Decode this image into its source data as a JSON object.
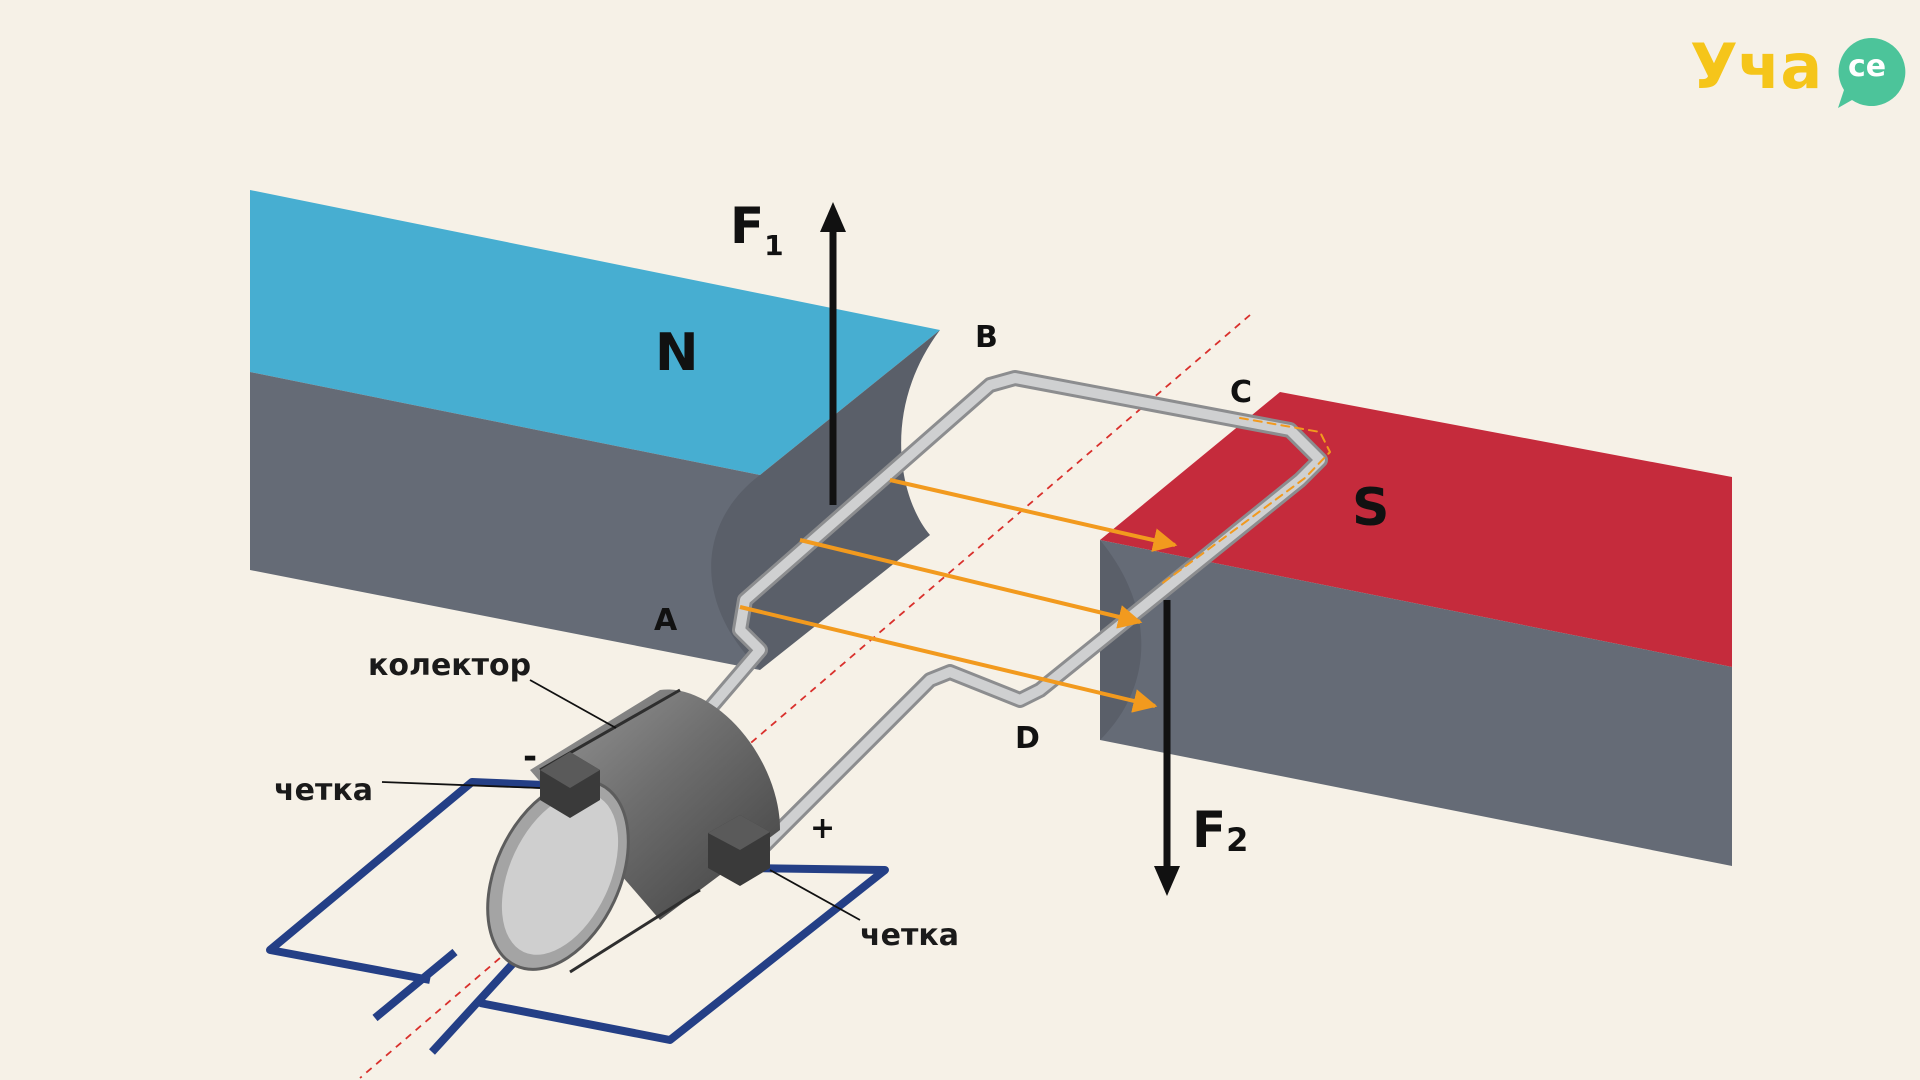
{
  "brand": {
    "logo_text": "Уча",
    "logo_badge": "се"
  },
  "magnets": {
    "north_label": "N",
    "south_label": "S"
  },
  "forces": {
    "f1_main": "F",
    "f1_sub": "1",
    "f2_main": "F",
    "f2_sub": "2"
  },
  "points": {
    "a": "A",
    "b": "B",
    "c": "C",
    "d": "D"
  },
  "labels": {
    "collector": "колектор",
    "brush_left": "четка",
    "brush_right": "четка",
    "minus": "-",
    "plus": "+"
  },
  "colors": {
    "background": "#f6f1e7",
    "north_top": "#47aed1",
    "south_top": "#c52b3c",
    "magnet_side": "#656b76",
    "wire": "#c9cacb",
    "field_arrow": "#f29a1e",
    "circuit": "#243f86",
    "axis_dashed": "#d9302c",
    "logo_yellow": "#f5c51a",
    "logo_green": "#4cc49a"
  }
}
